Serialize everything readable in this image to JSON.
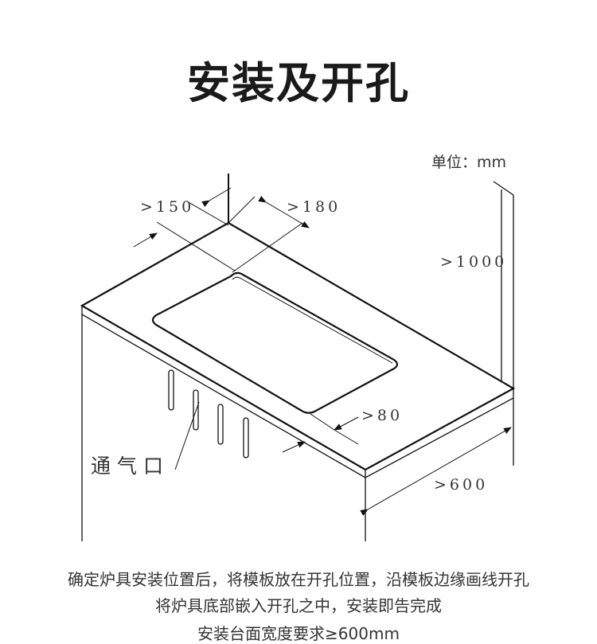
{
  "title": "安装及开孔",
  "diagram": {
    "unit": "单位：mm",
    "dim_150": ">150",
    "dim_180": ">180",
    "dim_1000": ">1000",
    "dim_80": ">80",
    "dim_600": ">600",
    "vent_label": "通气口"
  },
  "description": [
    "确定炉具安装位置后，将模板放在开孔位置，沿模板边缘画线开孔",
    "将炉具底部嵌入开孔之中，安装即告完成",
    "安装台面宽度要求≥600mm"
  ]
}
